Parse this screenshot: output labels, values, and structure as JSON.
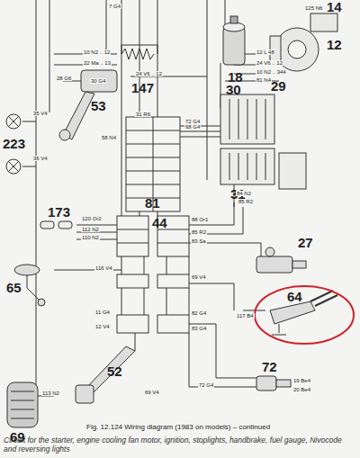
{
  "diagram": {
    "title": "Fig. 12.124 Wiring diagram (1983 on models) – continued",
    "caption": "Circuit for the starter, engine cooling fan motor, ignition, stoplights, handbrake, fuel gauge, Nivocode and reversing lights",
    "labels": [
      "14",
      "12",
      "147",
      "18",
      "29",
      "30",
      "31",
      "53",
      "223",
      "44",
      "27",
      "173",
      "81",
      "65",
      "64",
      "52",
      "72",
      "69",
      "125 N6",
      "7 G4",
      "10 N2 .. 12",
      "22 Ma .. 13",
      "28 G6",
      "24 V6 .. 12",
      "30 G4",
      "12 L 48",
      "24 V6 .. 12",
      "10 N2 .. 344",
      "81 N4",
      "35 V4",
      "36 V4",
      "72 G4",
      "68 G4",
      "31 R6",
      "58 N4",
      "84 N2",
      "85 R2",
      "120 Or2",
      "112 N2",
      "110 N2",
      "88 Or1",
      "85 R2",
      "83 Sa",
      "116 V4",
      "69 V4",
      "11 G4",
      "12 V4",
      "82 G4",
      "83 G4",
      "117 B4",
      "72 G4",
      "69 V4",
      "19 Be4",
      "20 Be4",
      "113 N2"
    ]
  }
}
